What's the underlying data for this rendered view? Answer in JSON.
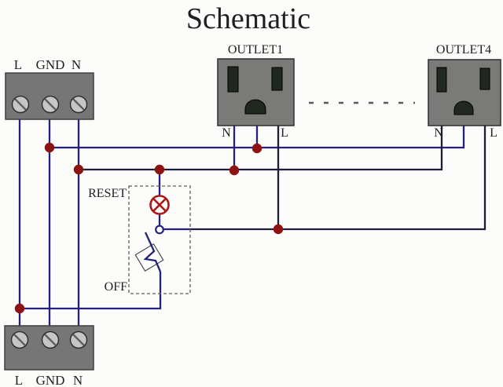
{
  "title": "Schematic",
  "terminal_top": {
    "labels": [
      "L",
      "GND",
      "N"
    ]
  },
  "terminal_bottom": {
    "labels": [
      "L",
      "GND",
      "N"
    ]
  },
  "outlet1": {
    "name": "OUTLET1",
    "neutral_label": "N",
    "live_label": "L"
  },
  "outlet4": {
    "name": "OUTLET4",
    "neutral_label": "N",
    "live_label": "L"
  },
  "switch": {
    "reset_label": "RESET",
    "off_label": "OFF"
  },
  "colors": {
    "background": "#fcfcfa",
    "title_navy": "#1c1c8c",
    "wire_navy": "#23237d",
    "wire_dark": "#1e1e3a",
    "junction_red": "#8f1212",
    "lamp_red": "#ab1815",
    "outlet_gray": "#7a7a78",
    "slot_dark": "#20281f",
    "screw_gray": "#c6c6c6",
    "label_ink": "#1f1f1f",
    "dash_gray": "#5e5e5e"
  }
}
